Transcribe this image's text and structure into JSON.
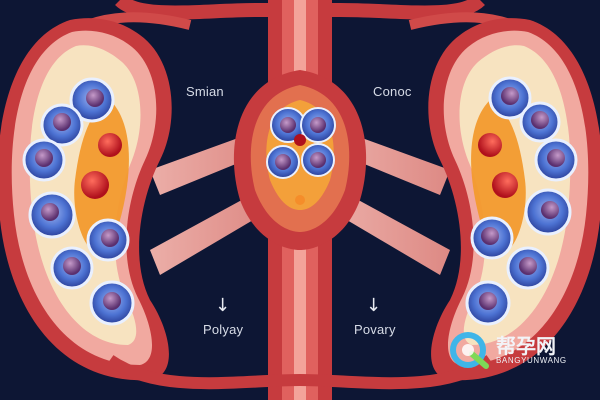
{
  "labels": {
    "top_left": "Smian",
    "top_right": "Conoc",
    "bottom_left": "Polyay",
    "bottom_right": "Povary"
  },
  "arrow_glyph": "↓",
  "watermark": {
    "cn": "帮孕网",
    "en": "BANGYUNWANG"
  },
  "colors": {
    "background": "#0d1634",
    "vessel_red": "#c63b3e",
    "tissue_pink": "#f1a9a0",
    "cell_blue": "#4a78d8",
    "nucleus_purple": "#7a4b8f",
    "follicle_orange": "#f29a2e"
  }
}
